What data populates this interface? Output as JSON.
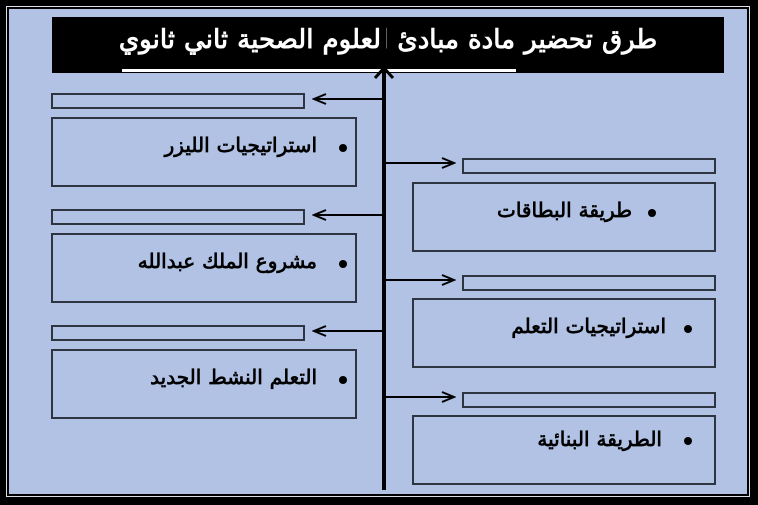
{
  "title": "طرق تحضير مادة مبادئ العلوم الصحية ثاني ثانوي",
  "colors": {
    "background": "#b1c2e4",
    "title_bar": "#000000",
    "title_text": "#ffffff",
    "border": "#2e3440"
  },
  "left_items": [
    {
      "label": "استراتيجيات الليزر"
    },
    {
      "label": "مشروع الملك عبدالله"
    },
    {
      "label": "التعلم النشط الجديد"
    }
  ],
  "right_items": [
    {
      "label": "طريقة البطاقات"
    },
    {
      "label": "استراتيجيات التعلم"
    },
    {
      "label": "الطريقة البنائية"
    }
  ],
  "icons": {
    "bullet": "bullet-icon",
    "arrow_up": "arrow-up-icon",
    "arrow_left": "arrow-left-icon",
    "arrow_right": "arrow-right-icon"
  }
}
